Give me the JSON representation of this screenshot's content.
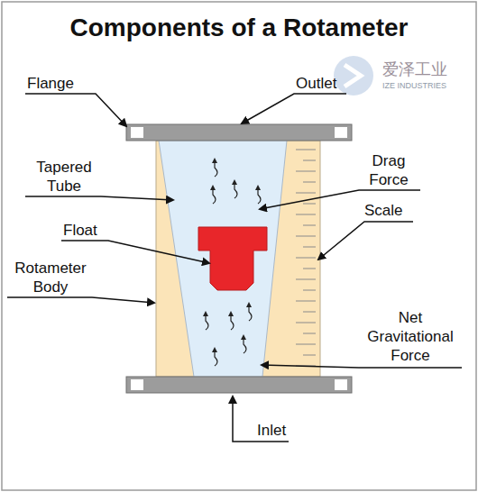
{
  "diagram": {
    "title": "Components of a Rotameter",
    "labels": [
      "Flange",
      "Outlet",
      "爱泽工业",
      "IZE INDUSTRIES",
      "Tapered Tube",
      "Drag Force",
      "Scale",
      "Float",
      "Rotameter Body",
      "Net Gravitational Force",
      "Inlet"
    ]
  }
}
